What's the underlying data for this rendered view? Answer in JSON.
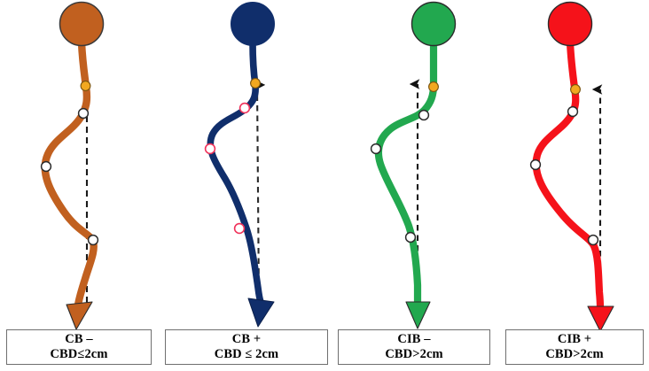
{
  "figure": {
    "title": "Cord insertion / CBD classification schematic",
    "background_color": "#ffffff",
    "panel_count": 4
  },
  "panels": [
    {
      "id": "panel-1",
      "color_name": "orange",
      "stem_color": "#C1601F",
      "head_color": "#C1601F",
      "head_outline": "#3a3a3a",
      "marker_ring_color": "#2b2b2b",
      "amber_marker_color": "#F2A820",
      "dashed_line_arrow": "none",
      "label": {
        "line1": "CB –",
        "line2": "CBD≤2cm"
      }
    },
    {
      "id": "panel-2",
      "color_name": "navy",
      "stem_color": "#102E6B",
      "head_color": "#102E6B",
      "head_outline": "#102E6B",
      "marker_ring_color": "#F0325A",
      "amber_marker_color": "#F2A820",
      "dashed_line_arrow": "down",
      "label": {
        "line1": "CB +",
        "line2": "CBD ≤ 2cm"
      }
    },
    {
      "id": "panel-3",
      "color_name": "green",
      "stem_color": "#22A84F",
      "head_color": "#22A84F",
      "head_outline": "#2b2b2b",
      "marker_ring_color": "#2b2b2b",
      "amber_marker_color": "#F2A820",
      "dashed_line_arrow": "up",
      "label": {
        "line1": "CIB –",
        "line2": "CBD>2cm"
      }
    },
    {
      "id": "panel-4",
      "color_name": "red",
      "stem_color": "#F5121A",
      "head_color": "#F5121A",
      "head_outline": "#2b2b2b",
      "marker_ring_color": "#2b2b2b",
      "amber_marker_color": "#F2A820",
      "dashed_line_arrow": "up",
      "label": {
        "line1": "CIB +",
        "line2": "CBD>2cm"
      }
    }
  ],
  "legend_terms": {
    "cb": "CB",
    "cib": "CIB",
    "cbd": "CBD",
    "unit": "cm"
  }
}
